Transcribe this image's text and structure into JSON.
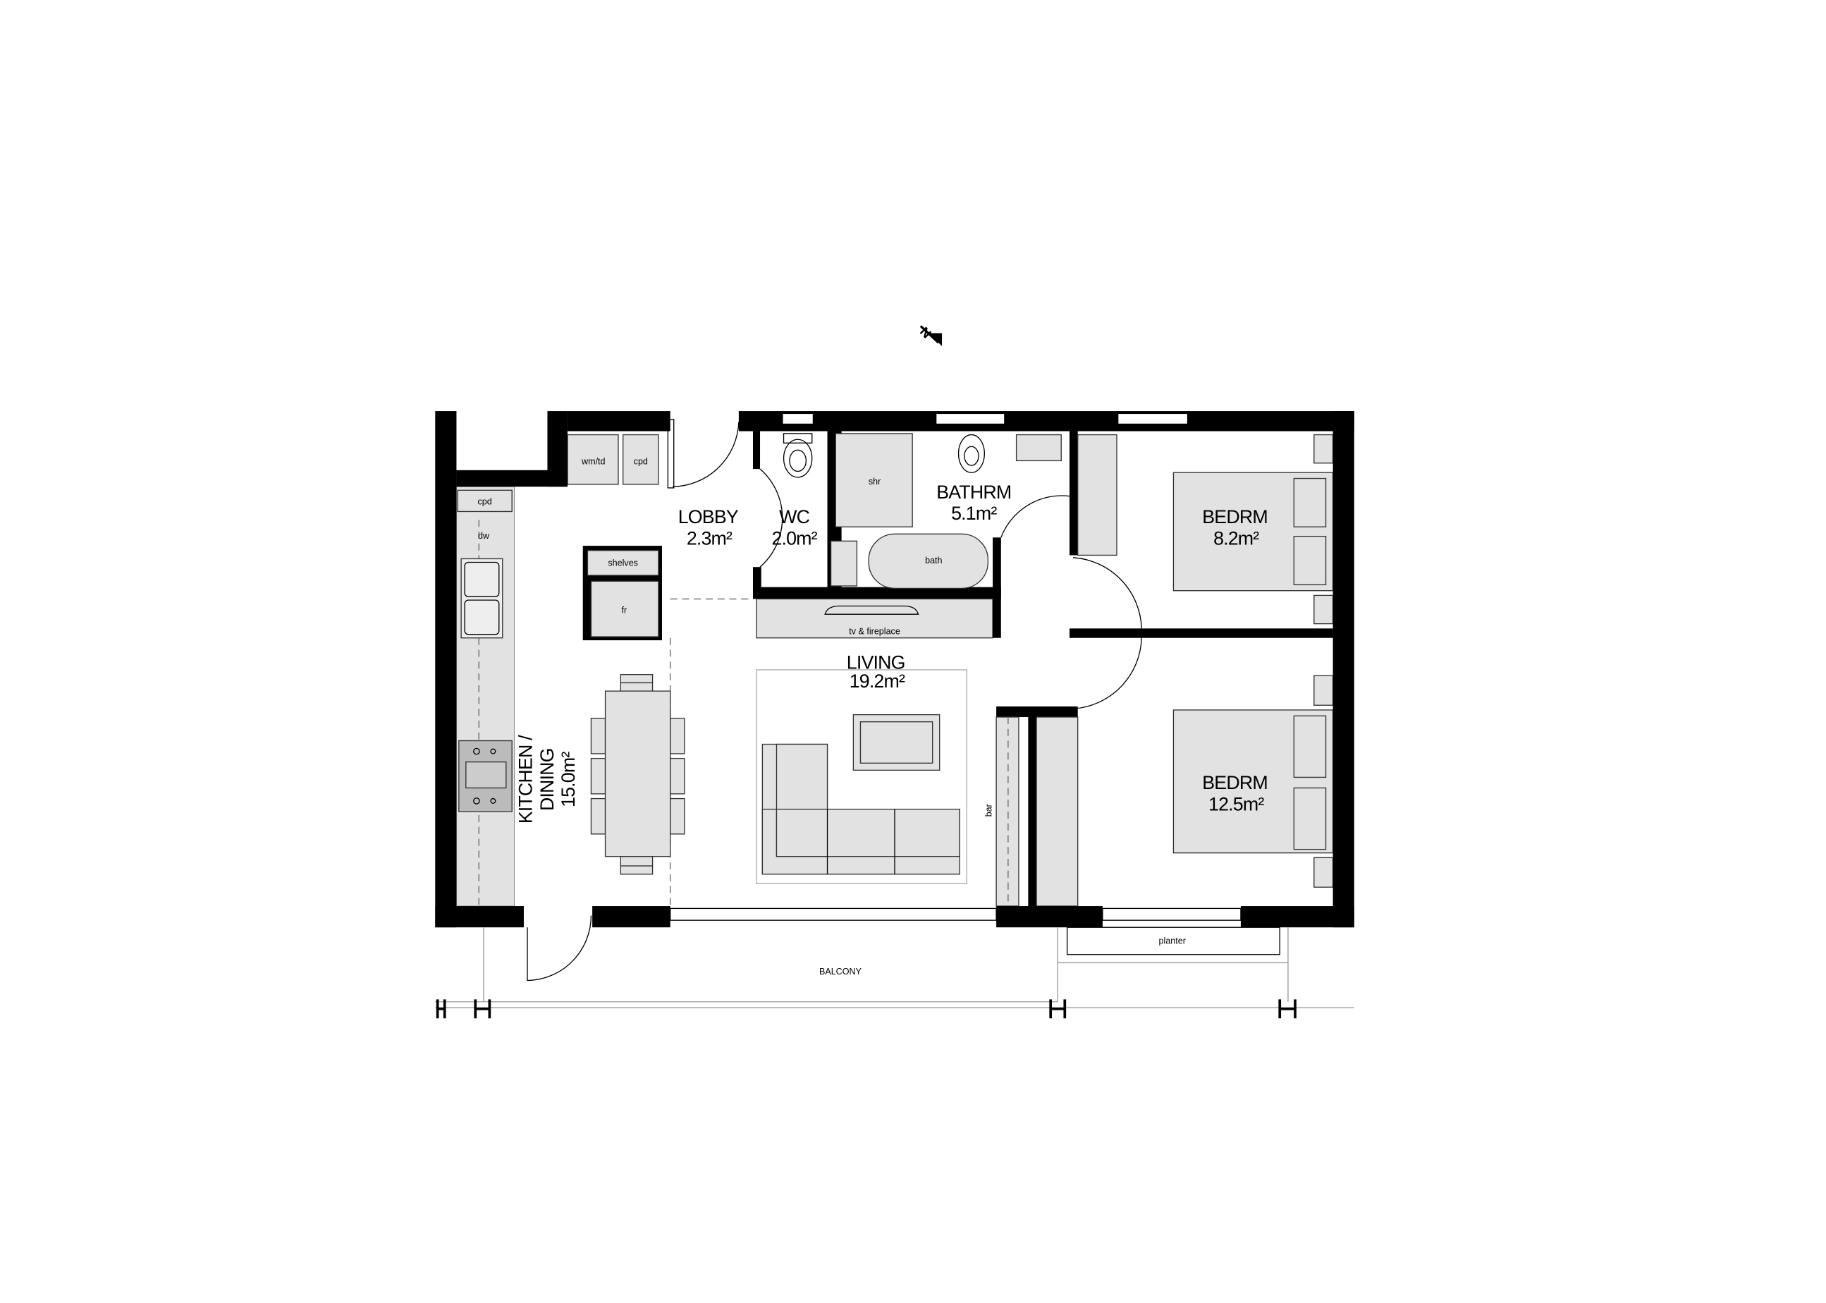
{
  "plan": {
    "rooms": {
      "lobby": {
        "name": "LOBBY",
        "area": "2.3m²"
      },
      "wc": {
        "name": "WC",
        "area": "2.0m²"
      },
      "bathroom": {
        "name": "BATHRM",
        "area": "5.1m²"
      },
      "bedroom1": {
        "name": "BEDRM",
        "area": "8.2m²"
      },
      "bedroom2": {
        "name": "BEDRM",
        "area": "12.5m²"
      },
      "living": {
        "name": "LIVING",
        "area": "19.2m²"
      },
      "kitchen": {
        "name1": "KITCHEN /",
        "name2": "DINING",
        "area": "15.0m²"
      }
    },
    "fixtures": {
      "wmtd": "wm/td",
      "cpd1": "cpd",
      "cpd2": "cpd",
      "dw": "dw",
      "shelves": "shelves",
      "fr": "fr",
      "shr": "shr",
      "bath": "bath",
      "tv": "tv & fireplace",
      "bar": "bar",
      "planter": "planter",
      "balcony": "BALCONY"
    },
    "north_label": "N"
  }
}
